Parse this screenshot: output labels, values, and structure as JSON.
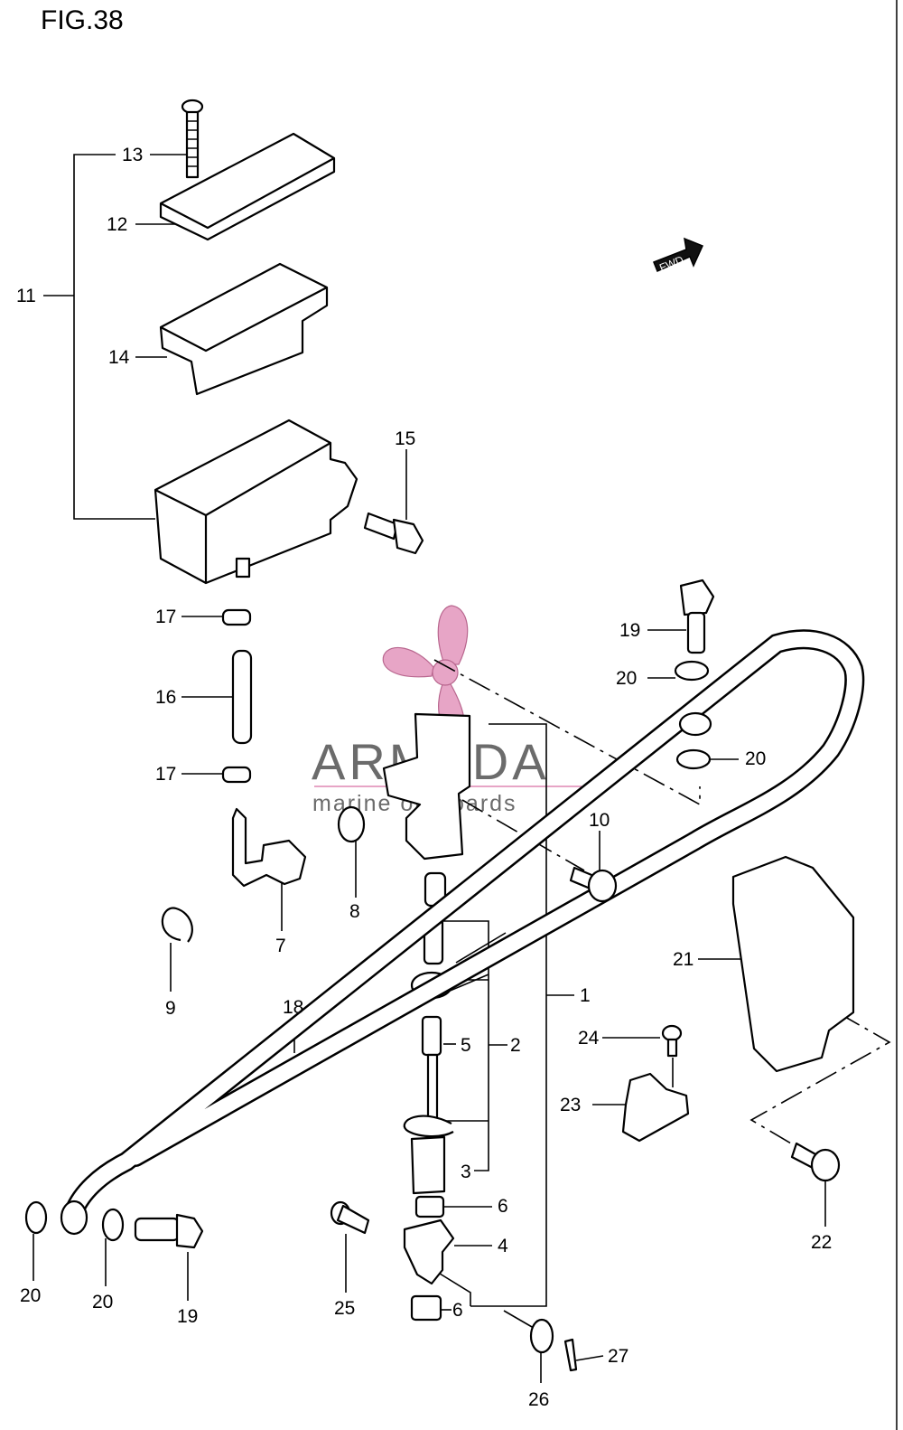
{
  "figure": {
    "title": "FIG.38"
  },
  "fwd_badge": {
    "text": "FWD"
  },
  "watermark": {
    "brand": "ARMADA",
    "tagline": "marine outboards",
    "accent_color": "#e7a5c6"
  },
  "callouts": [
    "1",
    "2",
    "3",
    "4",
    "5",
    "6",
    "7",
    "8",
    "9",
    "10",
    "11",
    "12",
    "13",
    "14",
    "15",
    "16",
    "17",
    "18",
    "19",
    "20",
    "21",
    "22",
    "23",
    "24",
    "25",
    "26",
    "27"
  ],
  "labels": {
    "l1": "1",
    "l2": "2",
    "l3": "3",
    "l4": "4",
    "l5": "5",
    "l6a": "6",
    "l6b": "6",
    "l7": "7",
    "l8": "8",
    "l9": "9",
    "l10": "10",
    "l11": "11",
    "l12": "12",
    "l13": "13",
    "l14": "14",
    "l15": "15",
    "l16": "16",
    "l17a": "17",
    "l17b": "17",
    "l18": "18",
    "l19a": "19",
    "l19b": "19",
    "l20a": "20",
    "l20b": "20",
    "l20c": "20",
    "l20d": "20",
    "l21": "21",
    "l22": "22",
    "l23": "23",
    "l24": "24",
    "l25": "25",
    "l26": "26",
    "l27": "27"
  }
}
